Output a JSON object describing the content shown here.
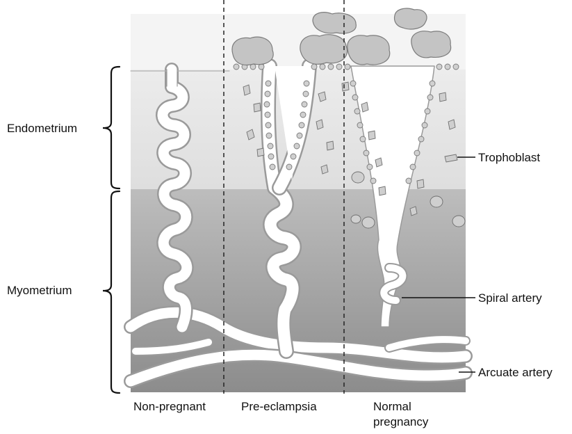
{
  "regions": {
    "endometrium": "Endometrium",
    "myometrium": "Myometrium"
  },
  "structures": {
    "trophoblast": "Trophoblast",
    "spiral_artery": "Spiral artery",
    "arcuate_artery": "Arcuate artery"
  },
  "columns": {
    "non_pregnant": "Non-pregnant",
    "pre_eclampsia": "Pre-eclampsia",
    "normal_pregnancy": "Normal pregnancy"
  },
  "colors": {
    "endometrium_fill": "#e6e6e6",
    "myometrium_top": "#b9b9b9",
    "myometrium_bottom": "#8a8a8a",
    "vessel": "#ffffff",
    "vessel_outline": "#9a9a9a",
    "trophoblast_cell": "#bdbdbd"
  }
}
